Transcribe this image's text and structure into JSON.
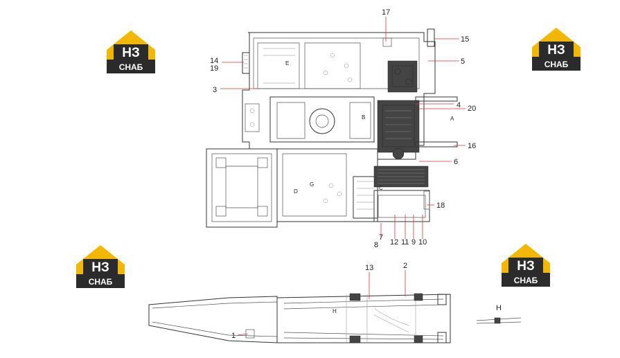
{
  "logo": {
    "top_text": "НЗ",
    "bottom_text": "СНАБ",
    "colors": {
      "roof": "#f2b705",
      "dark": "#2b2b2b",
      "white": "#ffffff"
    },
    "icon": "brand-logo"
  },
  "callouts": [
    "17",
    "15",
    "5",
    "14",
    "19",
    "3",
    "4",
    "20",
    "16",
    "6",
    "18",
    "7",
    "8",
    "12",
    "11",
    "9",
    "10",
    "13",
    "2",
    "1"
  ],
  "zones": [
    "E",
    "B",
    "A",
    "D",
    "G",
    "C",
    "H"
  ],
  "view_label": "H",
  "colors": {
    "leader": "#d9333a",
    "line": "#333333"
  }
}
